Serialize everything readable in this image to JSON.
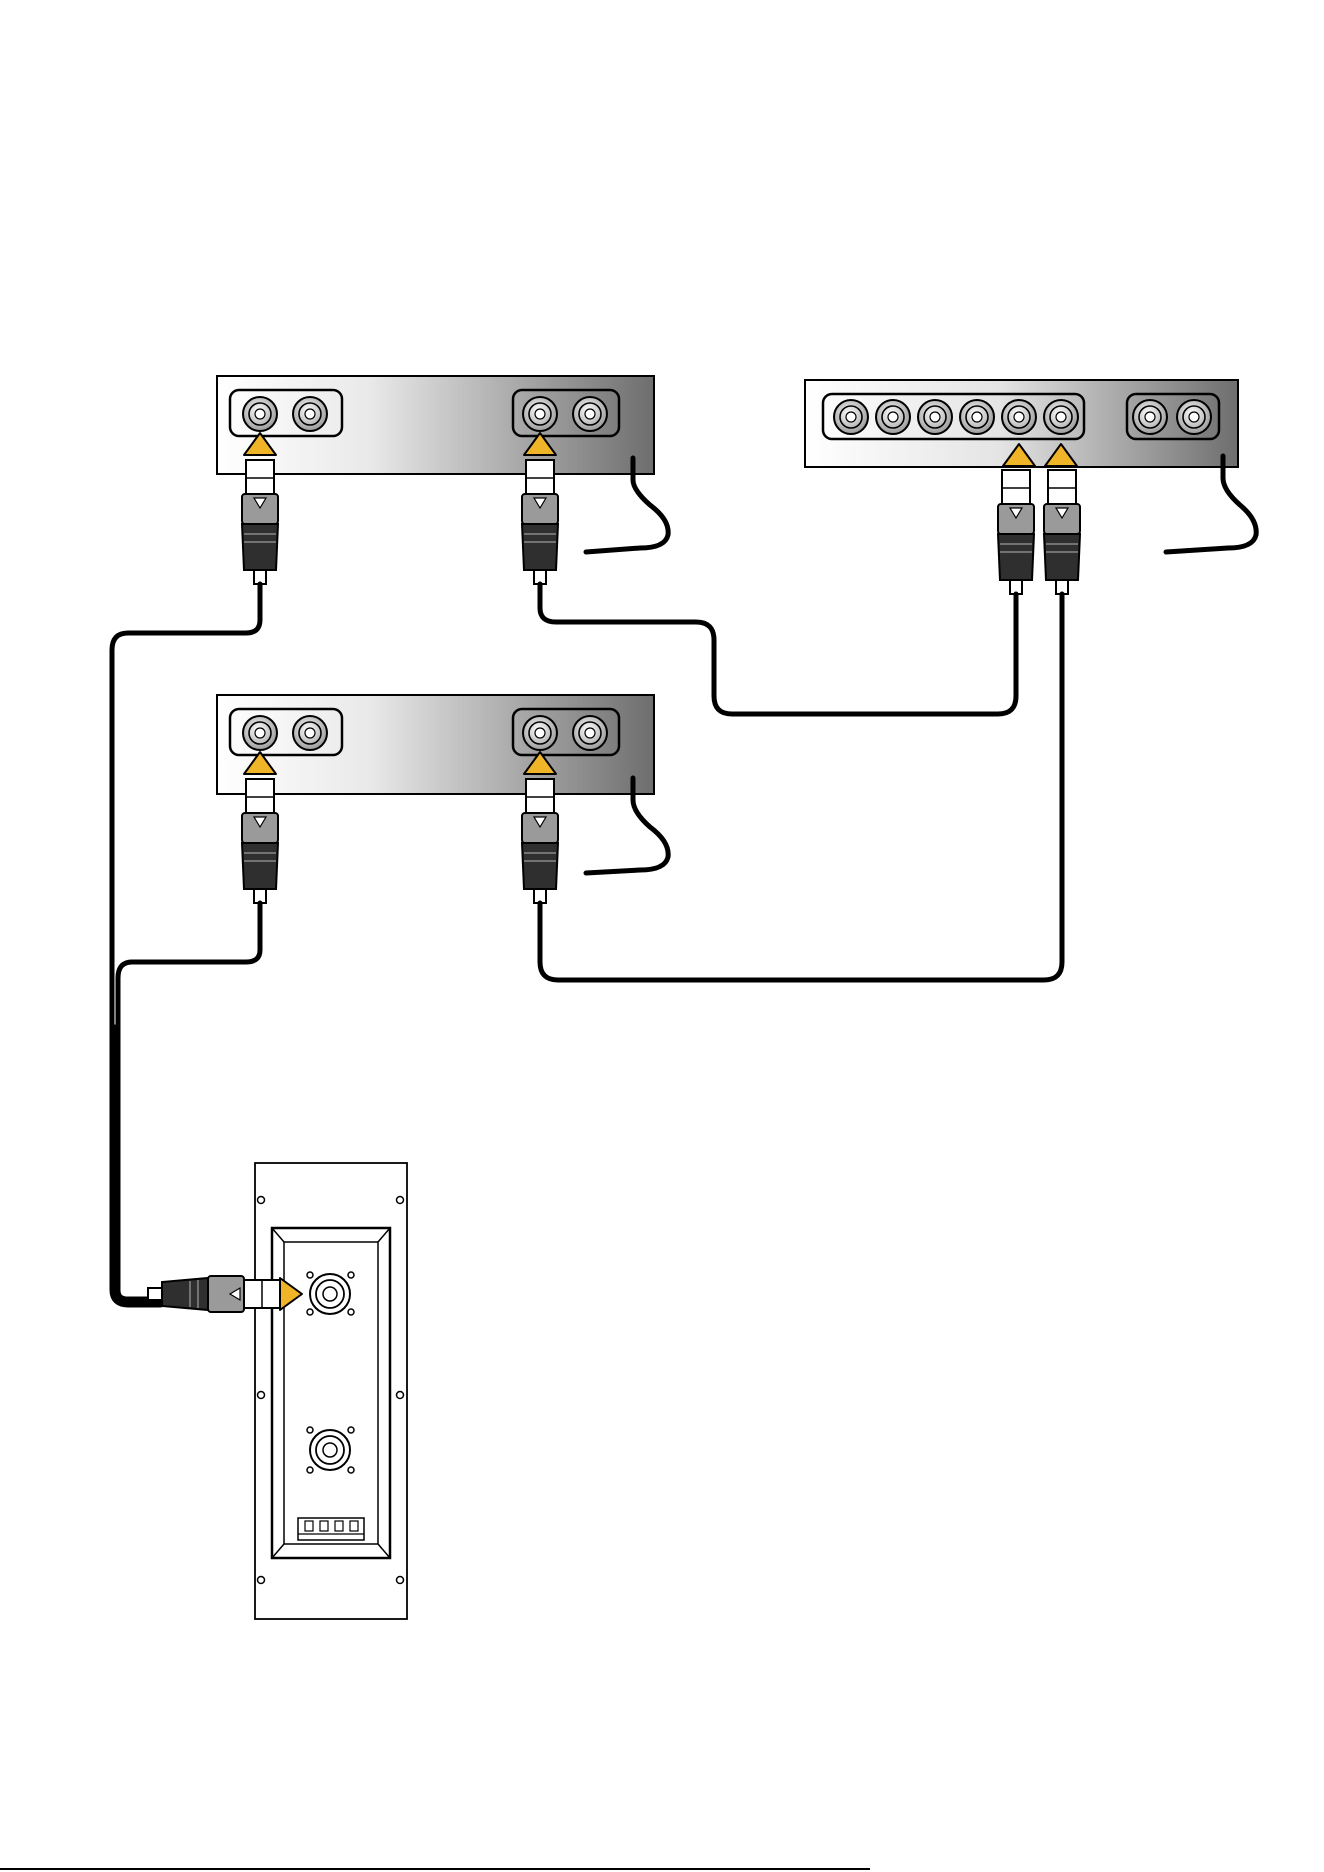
{
  "footer": {
    "text": ""
  },
  "colors": {
    "arrow_fill": "#f0b429",
    "cable": "#000000",
    "panel_gradient_light": "#f2f2f2",
    "panel_gradient_dark": "#7a7a7a",
    "plug_body": "#3a3a3a"
  },
  "icons": {
    "signal_arrow": "triangle-arrow-icon",
    "connector": "speakon-plug-icon",
    "socket": "speakon-socket-icon"
  },
  "devices": [
    {
      "name": "amplifier-top-left",
      "socket_count_left": 2,
      "socket_count_right": 2
    },
    {
      "name": "amplifier-top-right",
      "socket_count_left": 6,
      "socket_count_right": 2
    },
    {
      "name": "amplifier-middle",
      "socket_count_left": 2,
      "socket_count_right": 2
    },
    {
      "name": "speaker-cabinet-panel",
      "socket_count": 2
    }
  ]
}
